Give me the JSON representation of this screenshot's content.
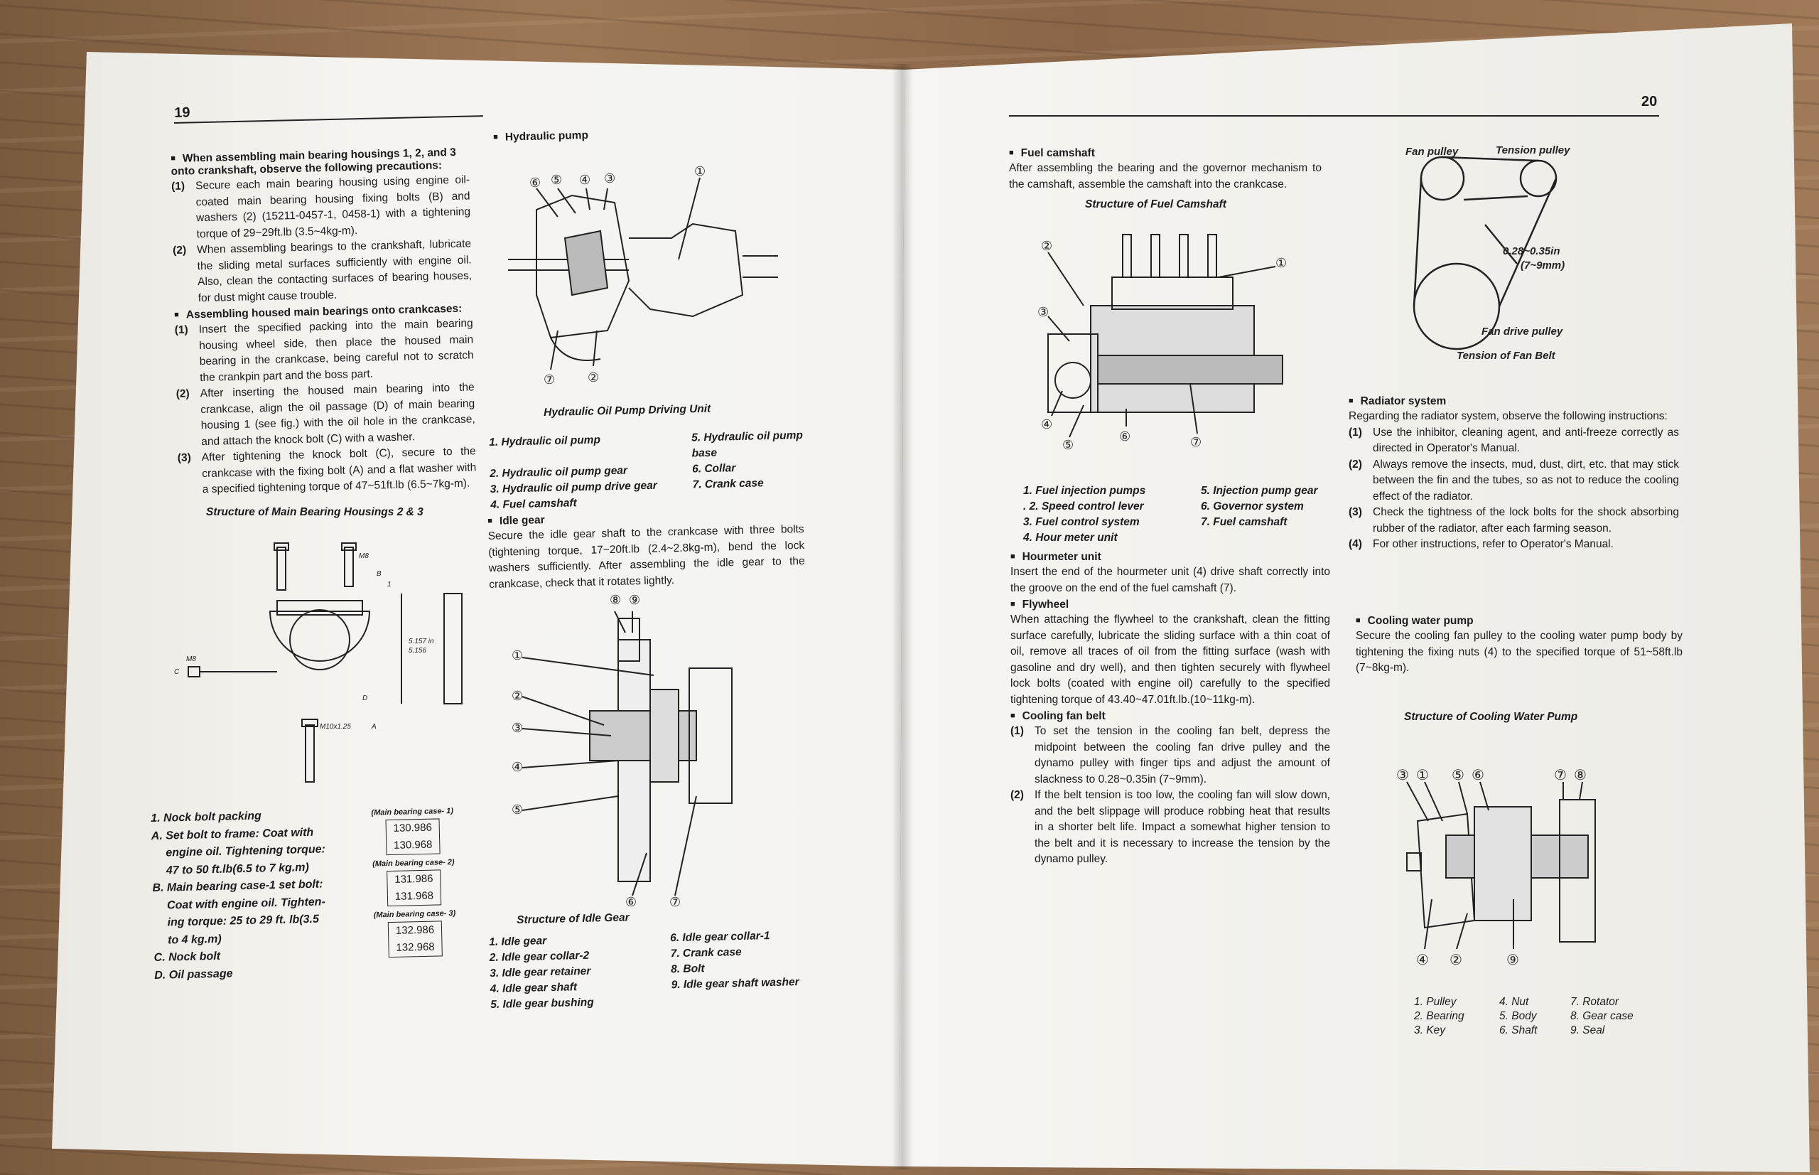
{
  "left_page": {
    "page_number": "19",
    "bearing_section": {
      "heading": "When assembling main bearing housings 1, 2, and 3 onto crankshaft, observe the following precautions:",
      "items": [
        {
          "n": "(1)",
          "text": "Secure each main bearing housing using engine oil-coated main bearing housing fixing bolts (B) and washers (2) (15211-0457-1, 0458-1) with a tightening torque of 29~29ft.lb (3.5~4kg-m)."
        },
        {
          "n": "(2)",
          "text": "When assembling bearings to the crankshaft, lubricate the sliding metal surfaces sufficiently with engine oil. Also, clean the contacting surfaces of bearing houses, for dust might cause trouble."
        }
      ]
    },
    "housed_section": {
      "heading": "Assembling housed main bearings onto crankcases:",
      "items": [
        {
          "n": "(1)",
          "text": "Insert the specified packing into the main bearing housing wheel side, then place the housed main bearing in the crankcase, being careful not to scratch the crankpin part and the boss part."
        },
        {
          "n": "(2)",
          "text": "After inserting the housed main bearing into the crankcase, align the oil passage (D) of main bearing housing 1 (see fig.) with the oil hole in the crankcase, and attach the knock bolt (C) with a washer."
        },
        {
          "n": "(3)",
          "text": "After tightening the knock bolt (C), secure to the crankcase with the fixing bolt (A) and a flat washer with a specified tightening torque of 47~51ft.lb (6.5~7kg-m)."
        }
      ]
    },
    "bearing_figure": {
      "caption": "Structure of Main Bearing Housings 2 & 3",
      "labels": [
        "M8",
        "M8",
        "M10x1.25",
        "5.157 in",
        "5.156",
        "A",
        "B",
        "C",
        "D",
        "1"
      ]
    },
    "bearing_legend": [
      "1. Nock bolt packing",
      "A. Set bolt to frame: Coat with",
      "engine oil. Tightening torque:",
      "47 to 50 ft.lb(6.5 to 7 kg.m)",
      "B. Main bearing case-1 set bolt:",
      "Coat with engine oil. Tighten-",
      "ing torque: 25 to 29 ft. lb(3.5",
      "to 4 kg.m)",
      "C. Nock bolt",
      "D. Oil passage"
    ],
    "bearing_cases": [
      {
        "label": "(Main bearing case- 1)",
        "values": [
          "130.986",
          "130.968"
        ]
      },
      {
        "label": "(Main bearing case- 2)",
        "values": [
          "131.986",
          "131.968"
        ]
      },
      {
        "label": "(Main bearing case- 3)",
        "values": [
          "132.986",
          "132.968"
        ]
      }
    ],
    "hydraulic": {
      "heading": "Hydraulic pump",
      "callouts": [
        "⑥",
        "⑤",
        "④",
        "③",
        "①",
        "⑦",
        "②"
      ],
      "caption": "Hydraulic Oil Pump Driving Unit",
      "parts": [
        "1. Hydraulic oil pump",
        "5. Hydraulic oil pump base",
        "2. Hydraulic oil pump gear",
        "6. Collar",
        "3. Hydraulic oil pump drive gear",
        "7. Crank case",
        "4. Fuel camshaft",
        ""
      ]
    },
    "idle_gear": {
      "heading": "Idle gear",
      "text": "Secure the idle gear shaft to the crankcase with three bolts (tightening torque, 17~20ft.lb (2.4~2.8kg-m), bend the lock washers sufficiently. After assembling the idle gear to the crankcase, check that it rotates lightly.",
      "callouts": [
        "⑧",
        "⑨",
        "①",
        "②",
        "③",
        "④",
        "⑤",
        "⑥",
        "⑦"
      ],
      "caption": "Structure of Idle Gear",
      "parts": [
        "1. Idle gear",
        "6. Idle gear collar-1",
        "2. Idle gear collar-2",
        "7. Crank case",
        "3. Idle gear retainer",
        "8. Bolt",
        "4. Idle gear shaft",
        "9. Idle gear shaft washer",
        "5. Idle gear bushing",
        ""
      ]
    }
  },
  "right_page": {
    "page_number": "20",
    "fuel_camshaft": {
      "heading": "Fuel camshaft",
      "text": "After assembling the bearing and the governor mechanism to the camshaft, assemble the camshaft into the crankcase.",
      "caption": "Structure of Fuel Camshaft",
      "callouts": [
        "②",
        "①",
        "③",
        "④",
        "⑤",
        "⑥",
        "⑦"
      ],
      "parts": [
        "1. Fuel injection pumps",
        "5. Injection pump gear",
        ". 2. Speed control lever",
        "6. Governor system",
        "3. Fuel control system",
        "7. Fuel camshaft",
        "4. Hour meter unit",
        ""
      ]
    },
    "hourmeter": {
      "heading": "Hourmeter unit",
      "text": "Insert the end of the hourmeter unit (4) drive shaft correctly into the groove on the end of the fuel camshaft (7)."
    },
    "flywheel": {
      "heading": "Flywheel",
      "text": "When attaching the flywheel to the crankshaft, clean the fitting surface carefully, lubricate the sliding surface with a thin coat of oil, remove all traces of oil from the fitting surface (wash with gasoline and dry well), and then tighten securely with flywheel lock bolts (coated with engine oil) carefully to the specified tightening torque of 43.40~47.01ft.lb.(10~11kg-m)."
    },
    "fan_belt": {
      "heading": "Cooling fan belt",
      "items": [
        {
          "n": "(1)",
          "text": "To set the tension in the cooling fan belt, depress the midpoint between the cooling fan drive pulley and the dynamo pulley with finger tips and adjust the amount of slackness to 0.28~0.35in (7~9mm)."
        },
        {
          "n": "(2)",
          "text": "If the belt tension is too low, the cooling fan will slow down, and the belt slippage will produce robbing heat that results in a shorter belt life. Impact a somewhat higher tension to the belt and it is necessary to increase the tension by the dynamo pulley."
        }
      ],
      "figure": {
        "fan_pulley": "Fan pulley",
        "tension_pulley": "Tension pulley",
        "slack": "0.28~0.35in",
        "slack_mm": "(7~9mm)",
        "drive_pulley": "Fan drive pulley",
        "caption": "Tension of Fan Belt"
      }
    },
    "radiator": {
      "heading": "Radiator system",
      "text": "Regarding the radiator system, observe the following instructions:",
      "items": [
        {
          "n": "(1)",
          "text": "Use the inhibitor, cleaning agent, and anti-freeze correctly as directed in Operator's Manual."
        },
        {
          "n": "(2)",
          "text": "Always remove the insects, mud, dust, dirt, etc. that may stick between the fin and the tubes, so as not to reduce the cooling effect of the radiator."
        },
        {
          "n": "(3)",
          "text": "Check the tightness of the lock bolts for the shock absorbing rubber of the radiator, after each farming season."
        },
        {
          "n": "(4)",
          "text": "For other instructions, refer to Operator's Manual."
        }
      ]
    },
    "water_pump": {
      "heading": "Cooling water pump",
      "text": "Secure the cooling fan pulley to the cooling water pump body by tightening the fixing nuts (4) to the specified torque of 51~58ft.lb (7~8kg-m).",
      "caption": "Structure of Cooling Water Pump",
      "callouts": [
        "③",
        "①",
        "⑤",
        "⑥",
        "⑦",
        "⑧",
        "④",
        "②",
        "⑨"
      ],
      "parts": [
        "1. Pulley",
        "4. Nut",
        "7. Rotator",
        "2. Bearing",
        "5. Body",
        "8. Gear case",
        "3. Key",
        "6. Shaft",
        "9. Seal"
      ]
    }
  }
}
